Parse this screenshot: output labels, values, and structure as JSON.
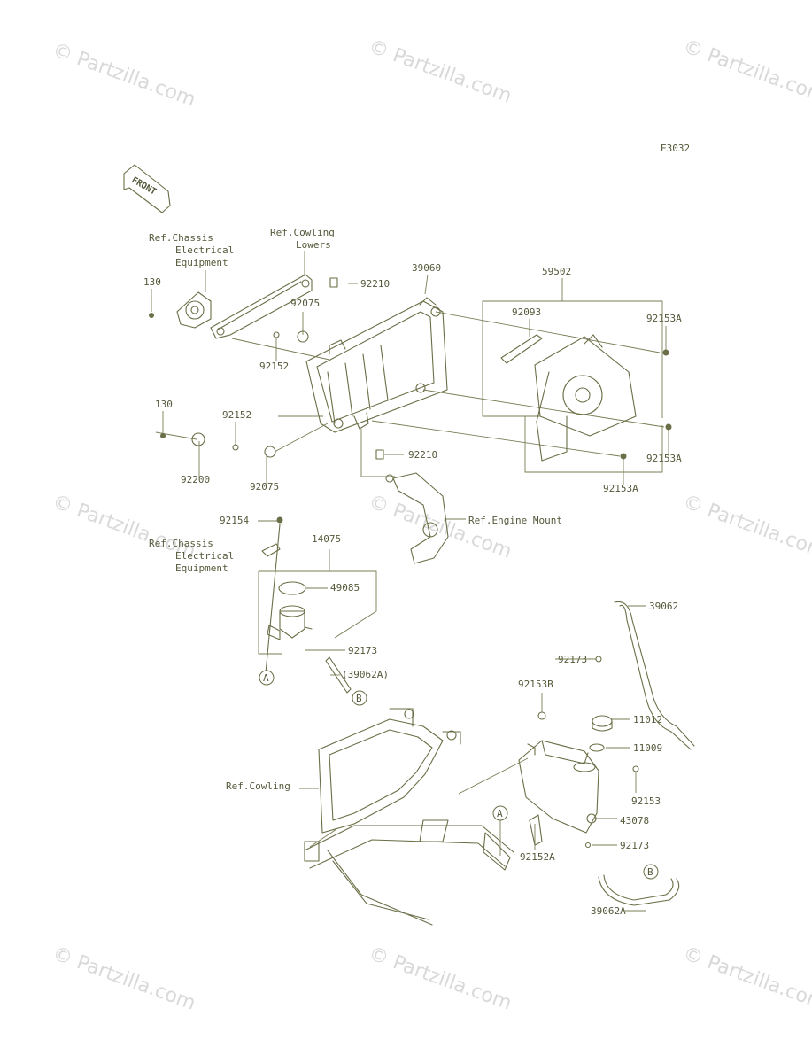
{
  "diagram_code": "E3032",
  "front_arrow": "FRONT",
  "watermark": "© Partzilla.com",
  "refs": {
    "chassis_1": [
      "Ref.Chassis",
      "Electrical",
      "Equipment"
    ],
    "cowling_lowers": [
      "Ref.Cowling",
      "Lowers"
    ],
    "engine_mount": "Ref.Engine Mount",
    "chassis_2": [
      "Ref.Chassis",
      "Electrical",
      "Equipment"
    ],
    "cowling": "Ref.Cowling"
  },
  "parts": {
    "p130a": "130",
    "p92210a": "92210",
    "p39060": "39060",
    "p59502": "59502",
    "p92093": "92093",
    "p92153A_1": "92153A",
    "p92075a": "92075",
    "p92152a": "92152",
    "p130b": "130",
    "p92152b": "92152",
    "p92200": "92200",
    "p92075b": "92075",
    "p92210b": "92210",
    "p92153A_2": "92153A",
    "p92153A_3": "92153A",
    "p92154": "92154",
    "p14075": "14075",
    "p49085": "49085",
    "p92173a": "92173",
    "p39062A_ref": "(39062A)",
    "p39062": "39062",
    "p92173b": "92173",
    "p92153B": "92153B",
    "p11012": "11012",
    "p11009": "11009",
    "p92153": "92153",
    "p43078": "43078",
    "p92152A": "92152A",
    "p92173c": "92173",
    "p39062A": "39062A"
  },
  "connectors": {
    "a1": "A",
    "b1": "B",
    "a2": "A",
    "b2": "B"
  }
}
